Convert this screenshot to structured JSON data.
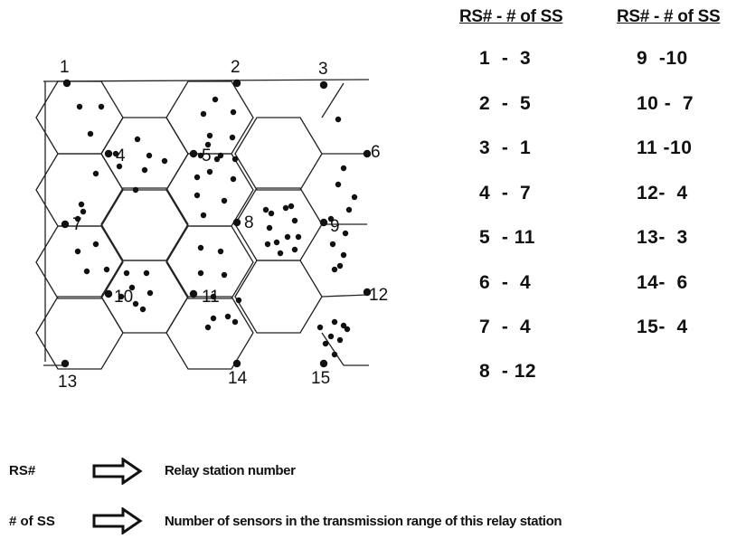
{
  "relays": [
    {
      "id": "1"
    },
    {
      "id": "2"
    },
    {
      "id": "3"
    },
    {
      "id": "4"
    },
    {
      "id": "5"
    },
    {
      "id": "6"
    },
    {
      "id": "7"
    },
    {
      "id": "8"
    },
    {
      "id": "9"
    },
    {
      "id": "10"
    },
    {
      "id": "11"
    },
    {
      "id": "12"
    },
    {
      "id": "13"
    },
    {
      "id": "14"
    },
    {
      "id": "15"
    }
  ],
  "table": {
    "header_left": "RS# - # of SS",
    "header_right": "RS# - # of SS",
    "left": [
      {
        "rs": "1",
        "ss": "3"
      },
      {
        "rs": "2",
        "ss": "5"
      },
      {
        "rs": "3",
        "ss": "1"
      },
      {
        "rs": "4",
        "ss": "7"
      },
      {
        "rs": "5",
        "ss": "11"
      },
      {
        "rs": "6",
        "ss": "4"
      },
      {
        "rs": "7",
        "ss": "4"
      },
      {
        "rs": "8",
        "ss": "12"
      }
    ],
    "right": [
      {
        "rs": "9",
        "ss": "10"
      },
      {
        "rs": "10",
        "ss": "7"
      },
      {
        "rs": "11",
        "ss": "10"
      },
      {
        "rs": "12",
        "ss": "4"
      },
      {
        "rs": "13",
        "ss": "3"
      },
      {
        "rs": "14",
        "ss": "6"
      },
      {
        "rs": "15",
        "ss": "4"
      }
    ]
  },
  "legend": {
    "rs_key": "RS#",
    "rs_desc": "Relay station number",
    "ss_key": "# of SS",
    "ss_desc": "Number of sensors in the transmission range of this relay station"
  }
}
